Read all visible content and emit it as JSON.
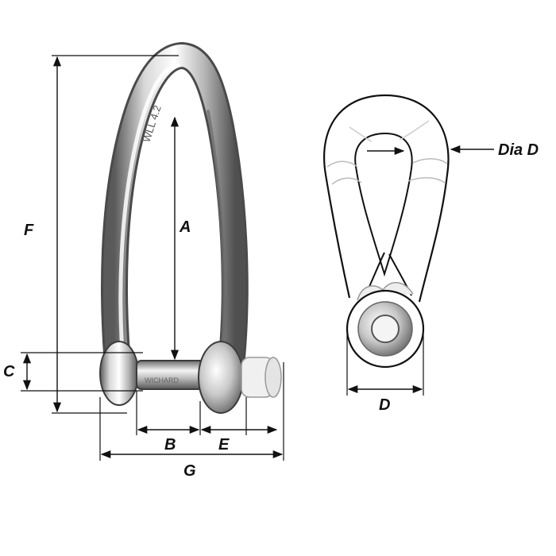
{
  "engraving": {
    "bail_text": "WLL 4.2",
    "pin_text": "WICHARD"
  },
  "labels": {
    "A": "A",
    "B": "B",
    "C": "C",
    "D": "D",
    "E": "E",
    "F": "F",
    "G": "G",
    "dia_d": "Dia D"
  },
  "colors": {
    "steel_dark": "#6e6e6e",
    "steel_mid": "#b8b8b8",
    "steel_light": "#f2f2f2",
    "outline": "#111111"
  }
}
